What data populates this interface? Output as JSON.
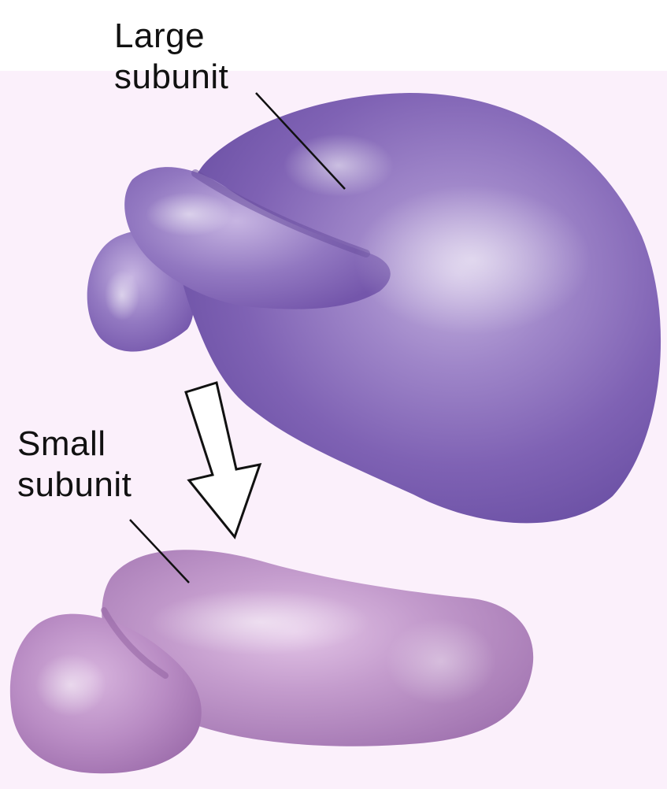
{
  "labels": {
    "large_subunit": {
      "line1": "Large",
      "line2": "subunit"
    },
    "small_subunit": {
      "line1": "Small",
      "line2": "subunit"
    }
  },
  "colors": {
    "background": "#fbf0fb",
    "large_subunit": "#8f72bd",
    "small_subunit": "#b887c2",
    "arrow_fill": "#ffffff",
    "arrow_stroke": "#111111",
    "leader_line": "#111111"
  },
  "icons": {
    "assembly_arrow": "down-arrow-icon"
  }
}
